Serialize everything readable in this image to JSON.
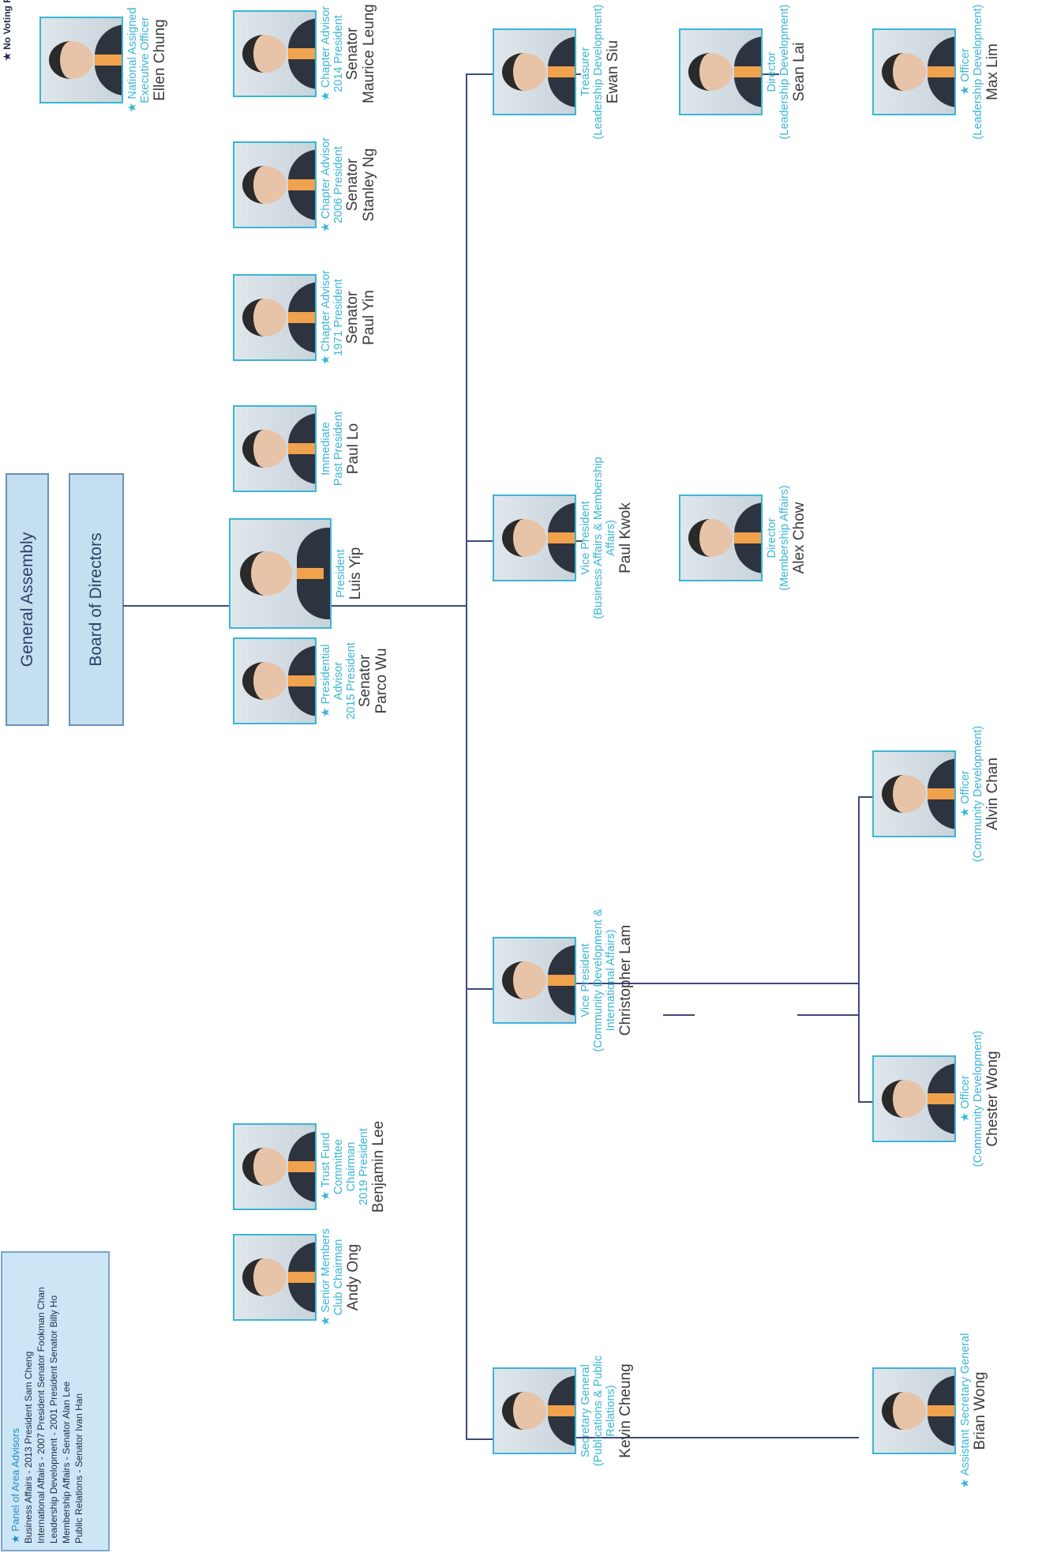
{
  "no_voting_right": "No Voting Right",
  "star": "★",
  "panel": {
    "title": "Panel of Area Advisors",
    "rows": [
      "Business Affairs - 2013 President Sam Cheng",
      "International Affairs - 2007 President Senator Fookman Chan",
      "Leadership Development - 2001 President Senator Billy Ho",
      "Membership Affairs - Senator Alan Lee",
      "Public Relations - Senator Ivan Han"
    ]
  },
  "boxes": {
    "general_assembly": "General Assembly",
    "board_of_directors": "Board of Directors"
  },
  "advisors": {
    "andy": {
      "role": [
        "Senior Members",
        "Club Chairman"
      ],
      "name": "Andy Ong"
    },
    "benjamin": {
      "role": [
        "Trust Fund",
        "Committee",
        "Chairman",
        "2019 President"
      ],
      "name": "Benjamin Lee"
    },
    "parco": {
      "role": [
        "Presidential",
        "Advisor",
        "2015 President"
      ],
      "senator": "Senator",
      "name": "Parco Wu"
    },
    "luis": {
      "role": [
        "President"
      ],
      "name": "Luis Yip"
    },
    "paullo": {
      "role": [
        "Immediate",
        "Past President"
      ],
      "name": "Paul Lo"
    },
    "paulyin": {
      "role": [
        "Chapter Advisor",
        "1971 President"
      ],
      "senator": "Senator",
      "name": "Paul Yin"
    },
    "stanley": {
      "role": [
        "Chapter Advisor",
        "2006 President"
      ],
      "senator": "Senator",
      "name": "Stanley Ng"
    },
    "maurice": {
      "role": [
        "Chapter Advisor",
        "2014 President"
      ],
      "senator": "Senator",
      "name": "Maurice Leung"
    },
    "ellen": {
      "role": [
        "National Assigned",
        "Executive Officer"
      ],
      "name": "Ellen Chung"
    }
  },
  "officers": {
    "kevin": {
      "role": [
        "Secretary General",
        "(Publications & Public Relations)"
      ],
      "name": "Kevin Cheung"
    },
    "christopher": {
      "role": [
        "Vice President",
        "(Community Development & International Affairs)"
      ],
      "name": "Christopher Lam"
    },
    "paulkwok": {
      "role": [
        "Vice President",
        "(Business Affairs & Membership Affairs)"
      ],
      "name": "Paul Kwok"
    },
    "ewan": {
      "role": [
        "Treasurer",
        "(Leadership Development)"
      ],
      "name": "Ewan Siu"
    },
    "brian": {
      "role": [
        "Assistant Secretary General"
      ],
      "name": "Brian Wong"
    },
    "chester": {
      "role": [
        "Officer",
        "(Community Development)"
      ],
      "name": "Chester Wong"
    },
    "alvin": {
      "role": [
        "Officer",
        "(Community Development)"
      ],
      "name": "Alvin Chan"
    },
    "alex": {
      "role": [
        "Director",
        "(Membership Affairs)"
      ],
      "name": "Alex Chow"
    },
    "sean": {
      "role": [
        "Director",
        "(Leadership Development)"
      ],
      "name": "Sean Lai"
    },
    "max": {
      "role": [
        "Officer",
        "(Leadership Development)"
      ],
      "name": "Max Lim"
    }
  },
  "colors": {
    "accent": "#3ab5d6",
    "line": "#3d4a7a",
    "box": "#c4dff0"
  }
}
